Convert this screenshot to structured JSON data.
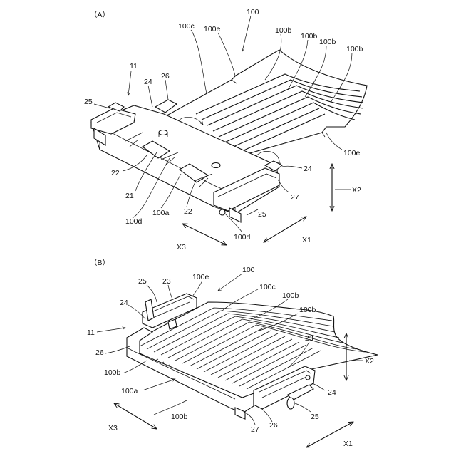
{
  "figure_a": {
    "panel_label": "（A）",
    "labels": {
      "ref_100": "100",
      "ref_100c": "100c",
      "ref_100e_top": "100e",
      "ref_100b_1": "100b",
      "ref_100b_2": "100b",
      "ref_100b_3": "100b",
      "ref_100b_4": "100b",
      "ref_11": "11",
      "ref_24_left": "24",
      "ref_26": "26",
      "ref_25_left": "25",
      "ref_100e_right": "100e",
      "ref_24_right": "24",
      "ref_22_left": "22",
      "ref_21": "21",
      "ref_100d_left": "100d",
      "ref_100a": "100a",
      "ref_22_mid": "22",
      "ref_27": "27",
      "ref_25_right": "25",
      "ref_100d_right": "100d",
      "axis_x1": "X1",
      "axis_x2": "X2",
      "axis_x3": "X3"
    }
  },
  "figure_b": {
    "panel_label": "（B）",
    "labels": {
      "ref_100": "100",
      "ref_25_top": "25",
      "ref_23_top": "23",
      "ref_100e": "100e",
      "ref_100c": "100c",
      "ref_100b_1": "100b",
      "ref_100b_2": "100b",
      "ref_24_left": "24",
      "ref_11": "11",
      "ref_26_left": "26",
      "ref_100b_left": "100b",
      "ref_100a": "100a",
      "ref_100b_bottom": "100b",
      "ref_27": "27",
      "ref_26_bottom": "26",
      "ref_23_right": "23",
      "ref_24_right": "24",
      "ref_25_right": "25",
      "axis_x1": "X1",
      "axis_x2": "X2",
      "axis_x3": "X3"
    }
  }
}
